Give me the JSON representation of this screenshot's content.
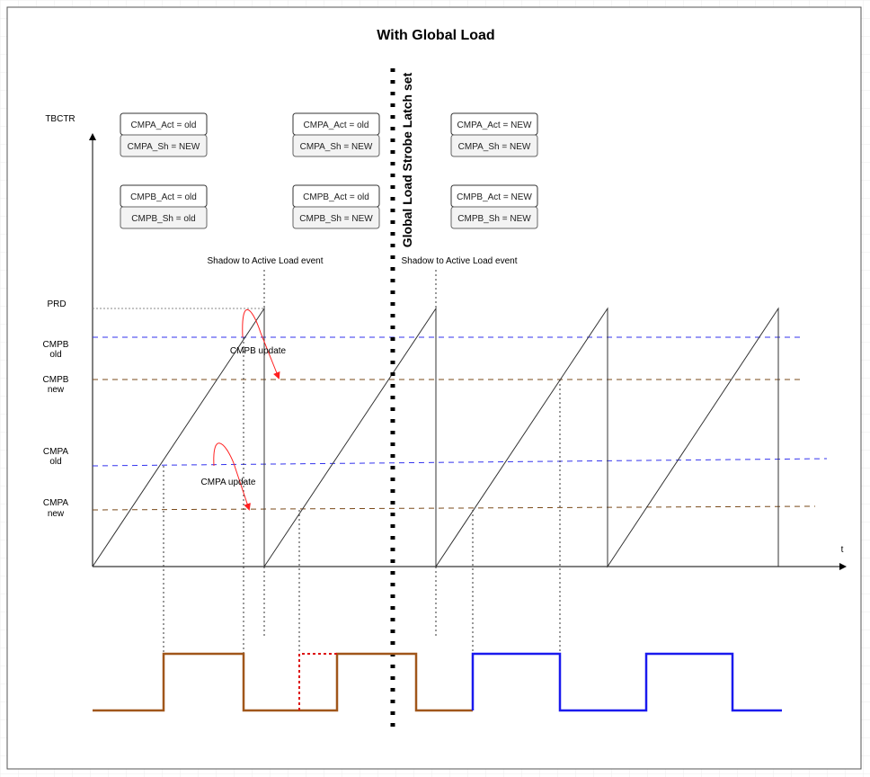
{
  "title": "With Global Load",
  "axes": {
    "y_label": "TBCTR",
    "x_label": "t"
  },
  "levels": {
    "prd": "PRD",
    "cmpb_old": [
      "CMPB",
      "old"
    ],
    "cmpb_new": [
      "CMPB",
      "new"
    ],
    "cmpa_old": [
      "CMPA",
      "old"
    ],
    "cmpa_new": [
      "CMPA",
      "new"
    ]
  },
  "register_groups": [
    {
      "cmpa_act": "CMPA_Act = old",
      "cmpa_sh": "CMPA_Sh = NEW",
      "cmpb_act": "CMPB_Act = old",
      "cmpb_sh": "CMPB_Sh = old"
    },
    {
      "cmpa_act": "CMPA_Act = old",
      "cmpa_sh": "CMPA_Sh = NEW",
      "cmpb_act": "CMPB_Act = old",
      "cmpb_sh": "CMPB_Sh = NEW"
    },
    {
      "cmpa_act": "CMPA_Act = NEW",
      "cmpa_sh": "CMPA_Sh = NEW",
      "cmpb_act": "CMPB_Act = NEW",
      "cmpb_sh": "CMPB_Sh = NEW"
    }
  ],
  "events": [
    "Shadow to Active Load event",
    "Shadow to Active Load event"
  ],
  "strobe_label": "Global Load Strobe Latch set",
  "annotations": {
    "cmpb_update": "CMPB update",
    "cmpa_update": "CMPA update"
  },
  "colors": {
    "old": "#3333ee",
    "new": "#7a4a1a",
    "wave_old": "#a0561a",
    "wave_new": "#1a1aee",
    "update": "#ff2020"
  }
}
